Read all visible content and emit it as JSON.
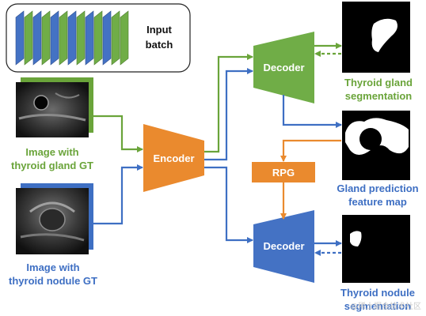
{
  "input_batch": {
    "label_line1": "Input",
    "label_line2": "batch"
  },
  "inputs": {
    "gland_caption_line1": "Image with",
    "gland_caption_line2": "thyroid gland GT",
    "nodule_caption_line1": "Image with",
    "nodule_caption_line2": "thyroid nodule GT"
  },
  "modules": {
    "encoder": "Encoder",
    "decoder_top": "Decoder",
    "decoder_bottom": "Decoder",
    "rpg": "RPG"
  },
  "outputs": {
    "gland_seg_line1": "Thyroid gland",
    "gland_seg_line2": "segmentation",
    "gland_pred_line1": "Gland prediction",
    "gland_pred_line2": "feature map",
    "nodule_seg_line1": "Thyroid nodule",
    "nodule_seg_line2": "segmentation"
  },
  "watermark": "@稀土掘金技术社区",
  "colors": {
    "green": "#6aa43a",
    "blue": "#3e6fc3",
    "orange": "#ea8a2e",
    "decoder_green": "#70ad47",
    "decoder_blue": "#4472c4"
  }
}
